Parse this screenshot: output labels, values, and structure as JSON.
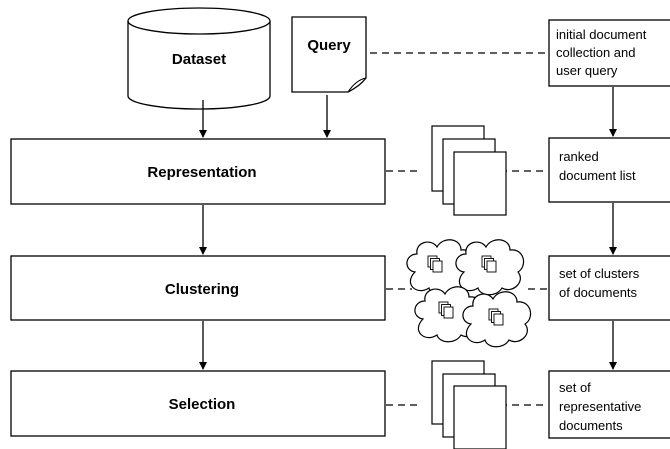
{
  "nodes": {
    "dataset": "Dataset",
    "query": "Query",
    "representation": "Representation",
    "clustering": "Clustering",
    "selection": "Selection"
  },
  "notes": {
    "initial": [
      "initial document",
      "collection and",
      "user query"
    ],
    "ranked": [
      "ranked",
      "document list"
    ],
    "clusters": [
      "set of clusters",
      "of documents"
    ],
    "representative": [
      "set of",
      "representative",
      "documents"
    ]
  },
  "colors": {
    "stroke": "#000000",
    "fill": "#ffffff"
  }
}
